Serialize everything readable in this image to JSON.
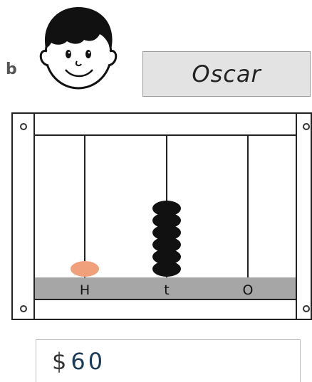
{
  "exercise": {
    "label": "b",
    "character_icon": "boy-face-icon",
    "name": "Oscar"
  },
  "abacus": {
    "columns": [
      {
        "label": "H",
        "beads": 1,
        "bead_color": "#f0a07a"
      },
      {
        "label": "t",
        "beads": 6,
        "bead_color": "#111111"
      },
      {
        "label": "O",
        "beads": 0,
        "bead_color": "#111111"
      }
    ],
    "frame_color": "#222222",
    "base_color": "#a6a6a6"
  },
  "answer": {
    "currency": "$",
    "value": "60"
  }
}
